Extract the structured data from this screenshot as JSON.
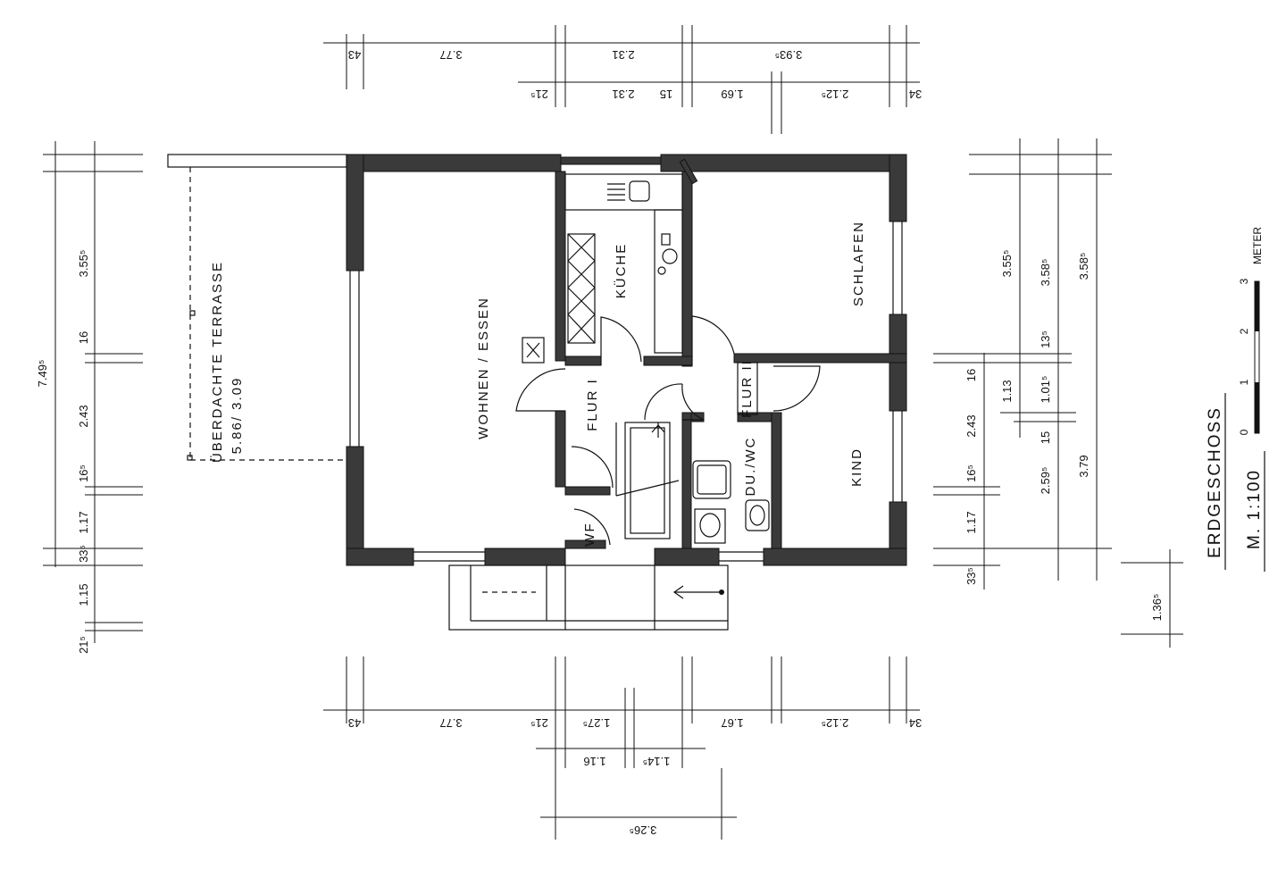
{
  "plan": {
    "floor_name": "ERDGESCHOSS",
    "scale": "M. 1:100",
    "scale_bar": {
      "ticks": [
        "0",
        "1",
        "2",
        "3"
      ],
      "unit": "METER"
    },
    "rooms": {
      "wohnen": "WOHNEN / ESSEN",
      "kueche": "KÜCHE",
      "flur1": "FLUR I",
      "flur2": "FLUR II",
      "duwc": "DU./WC",
      "schlafen": "SCHLAFEN",
      "kind": "KIND",
      "wf": "WF"
    },
    "terrace": {
      "label": "ÜBERDACHTE TERRASSE",
      "size": "5.86/ 3.09"
    }
  },
  "dimensions": {
    "top_outer": [
      "43",
      "3.77",
      "2.31",
      "3.93⁵"
    ],
    "top_inner": [
      "21⁵",
      "2.31",
      "15",
      "1.69",
      "2.12⁵",
      "34"
    ],
    "bottom_outer": [
      "43",
      "3.77",
      "21⁵",
      "1.27⁵",
      "1.67",
      "2.12⁵",
      "34"
    ],
    "bottom_inner": [
      "1.16",
      "1.14⁵"
    ],
    "bottom_total": "3.26⁵",
    "left_outer": "7.49⁵",
    "left_inner": [
      "3.55⁵",
      "16",
      "2.43",
      "16⁵",
      "1.17",
      "33⁵",
      "1.15",
      "21⁵"
    ],
    "right_col1": [
      "3.55⁵",
      "16",
      "2.43",
      "16⁵",
      "1.17",
      "33⁵"
    ],
    "right_col2": [
      "3.58⁵",
      "13⁵",
      "1.13",
      "1.01⁵",
      "15",
      "2.59⁵"
    ],
    "right_col3": [
      "3.58⁵",
      "3.79"
    ],
    "right_extra": "1.36⁵"
  }
}
